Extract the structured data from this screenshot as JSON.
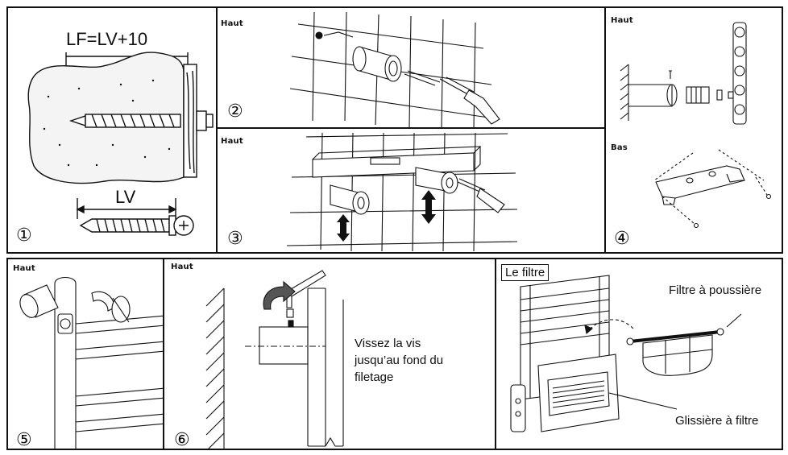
{
  "panel1": {
    "step": "①",
    "lf_label": "LF=LV+10",
    "lv_label": "LV"
  },
  "panel2": {
    "tag": "Haut",
    "step": "②"
  },
  "panel3": {
    "tag": "Haut",
    "step": "③"
  },
  "panel4": {
    "tag_top": "Haut",
    "tag_bottom": "Bas",
    "step": "④"
  },
  "panel5": {
    "tag": "Haut",
    "step": "⑤"
  },
  "panel6": {
    "tag": "Haut",
    "step": "⑥",
    "instruction_line1": "Vissez la vis",
    "instruction_line2": "jusqu’au fond du",
    "instruction_line3": "filetage"
  },
  "panel7": {
    "title": "Le filtre",
    "dust_filter_label": "Filtre à poussière",
    "filter_slide_label": "Glissière à filtre"
  },
  "colors": {
    "line": "#111111",
    "background": "#ffffff"
  }
}
